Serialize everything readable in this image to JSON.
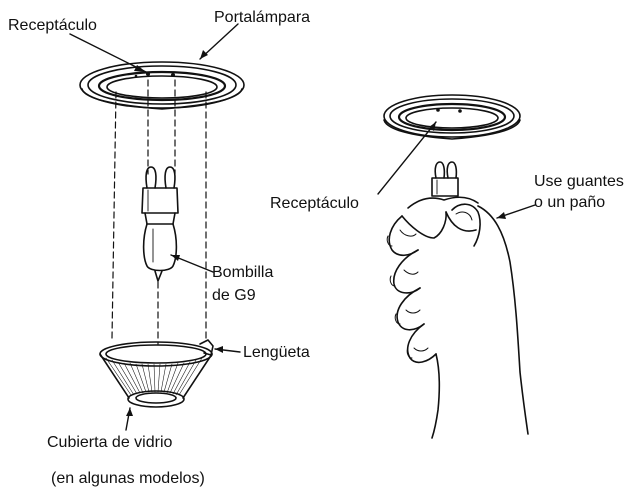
{
  "labels": {
    "receptacle_left": "Receptáculo",
    "lampholder": "Portalámpara",
    "bulb_line1": "Bombilla",
    "bulb_line2": "de G9",
    "tab": "Lengüeta",
    "glass_cover": "Cubierta de vidrio",
    "models_note": "(en algunas modelos)",
    "receptacle_right": "Receptáculo",
    "gloves_line1": "Use guantes",
    "gloves_line2": "o un paño"
  },
  "colors": {
    "line": "#111111",
    "background": "#ffffff"
  }
}
